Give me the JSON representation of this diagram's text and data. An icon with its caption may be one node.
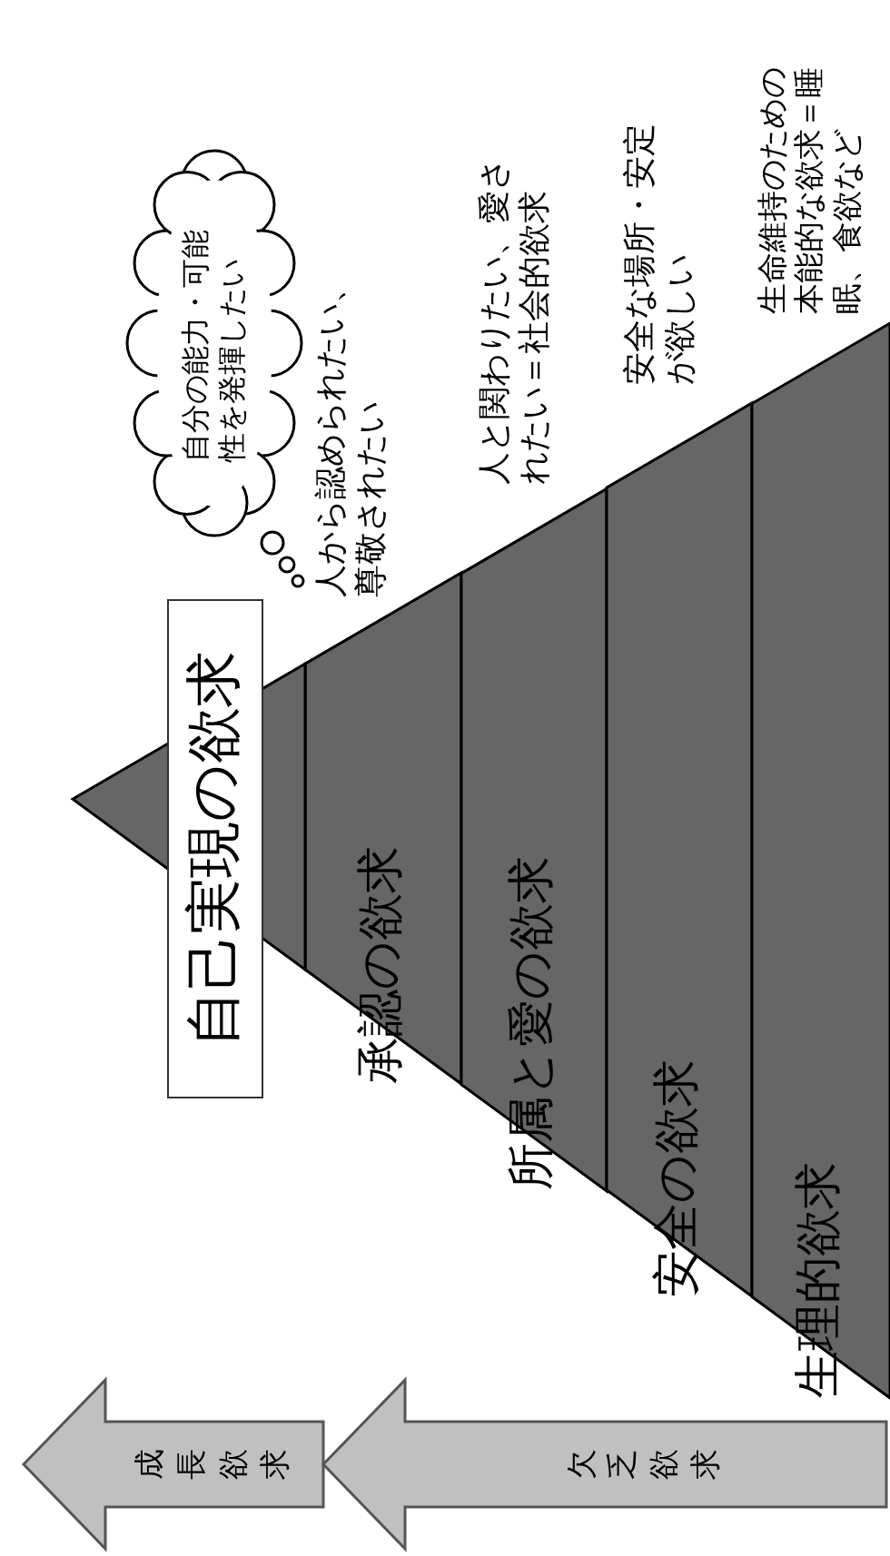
{
  "diagram": {
    "nodes": [
      {
        "text": [
          "自己実現の欲求"
        ]
      },
      {
        "text": [
          "承認の欲求"
        ],
        "beside": [
          "人から認められたい、尊敬されたい"
        ]
      },
      {
        "text": [
          "所属と愛の欲求"
        ],
        "beside": [
          "人と関わりたい、愛されたい＝社会的欲求"
        ]
      },
      {
        "text": [
          "安全の欲求"
        ],
        "beside": [
          "安全な場所・安定が欲しい"
        ]
      },
      {
        "text": [
          "生理的欲求"
        ],
        "beside": [
          "生命維持のための本能的な欲求＝睡眠、食欲など"
        ]
      },
      {
        "text": [
          "自分の能力・可能性を発揮したい"
        ]
      },
      {
        "text": [
          "成長欲求"
        ]
      },
      {
        "text": [
          "欠乏欲求"
        ]
      },
      {
        "text": [],
        "shape": "triangle"
      }
    ],
    "edges": []
  }
}
